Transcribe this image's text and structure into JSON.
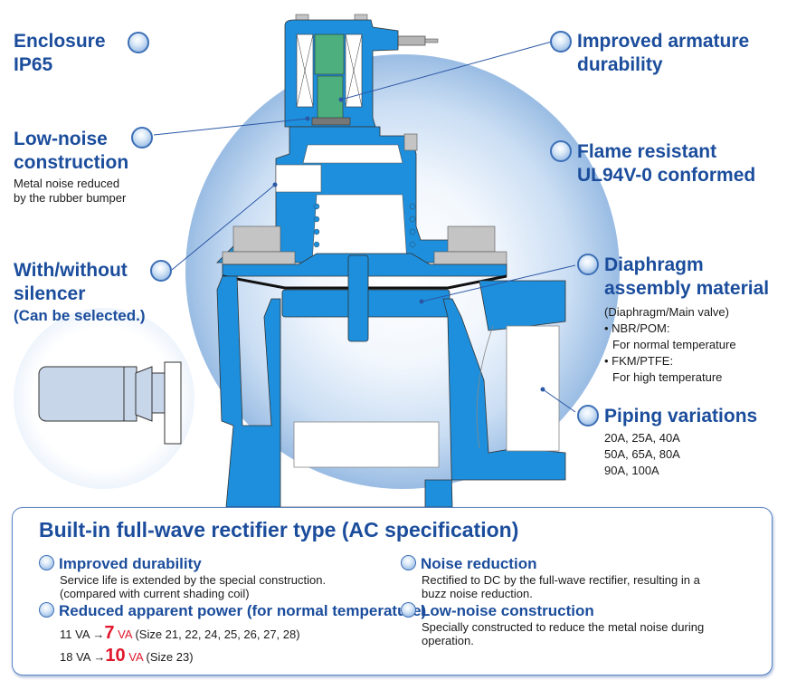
{
  "callouts": {
    "enclosure": {
      "line1": "Enclosure",
      "line2": "IP65"
    },
    "low_noise": {
      "line1": "Low-noise",
      "line2": "construction",
      "desc1": "Metal noise reduced",
      "desc2": "by the rubber bumper"
    },
    "silencer": {
      "line1": "With/without",
      "line2": "silencer",
      "note": "(Can be selected.)"
    },
    "armature": {
      "line1": "Improved armature",
      "line2": "durability"
    },
    "flame": {
      "line1": "Flame resistant",
      "line2": "UL94V-0 conformed"
    },
    "diaphragm": {
      "line1": "Diaphragm",
      "line2": "assembly material",
      "note": "(Diaphragm/Main valve)",
      "items": [
        {
          "material": "• NBR/POM:",
          "use": "For normal temperature"
        },
        {
          "material": "• FKM/PTFE:",
          "use": "For high temperature"
        }
      ]
    },
    "piping": {
      "title": "Piping variations",
      "rows": [
        "20A, 25A, 40A",
        "50A, 65A, 80A",
        "90A, 100A"
      ]
    }
  },
  "panel": {
    "title": "Built-in full-wave rectifier type (AC specification)",
    "features": [
      {
        "title": "Improved durability",
        "desc": [
          "Service life is extended by the special construction.",
          "(compared with current shading coil)"
        ]
      },
      {
        "title": "Reduced apparent power (for normal temperature)"
      },
      {
        "title": "Noise reduction",
        "desc": [
          "Rectified to DC by the full-wave rectifier, resulting in a",
          "buzz noise reduction."
        ]
      },
      {
        "title": "Low-noise construction",
        "desc": [
          "Specially constructed to reduce the metal noise during",
          "operation."
        ]
      }
    ],
    "power_rows": [
      {
        "from": "11 VA",
        "arrow": "→",
        "to": "7",
        "unit": "VA",
        "sizes": "(Size 21, 22, 24, 25, 26, 27, 28)"
      },
      {
        "from": "18 VA",
        "arrow": "→",
        "to": "10",
        "unit": "VA",
        "sizes": "(Size 23)"
      }
    ]
  },
  "colors": {
    "heading": "#1b4d9c",
    "valve_body": "#1e8fdc",
    "coil": "#4caf7d",
    "highlight": "#e0182d"
  }
}
